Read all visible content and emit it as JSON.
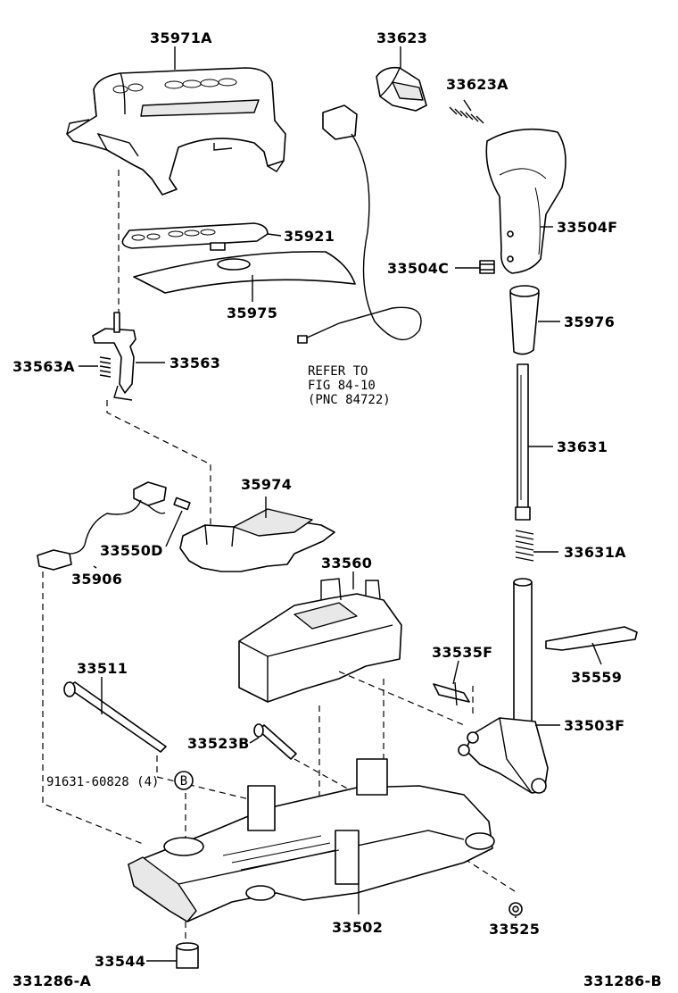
{
  "parts": {
    "p35971A": "35971A",
    "p33623": "33623",
    "p33623A": "33623A",
    "p33504F": "33504F",
    "p35921": "35921",
    "p33504C": "33504C",
    "p35975": "35975",
    "p35976": "35976",
    "p33563A": "33563A",
    "p33563": "33563",
    "p33631": "33631",
    "p35974": "35974",
    "p33550D": "33550D",
    "p33631A": "33631A",
    "p35906": "35906",
    "p33560": "33560",
    "p33511": "33511",
    "p33535F": "33535F",
    "p35559": "35559",
    "p33523B": "33523B",
    "p33503F": "33503F",
    "p91631": "91631-60828 (4)",
    "circleB": "B",
    "p33502": "33502",
    "p33525": "33525",
    "p33544": "33544"
  },
  "refer": {
    "line1": "REFER TO",
    "line2": "FIG 84-10",
    "line3": "(PNC 84722)"
  },
  "figure_ids": {
    "left": "331286-A",
    "right": "331286-B"
  }
}
